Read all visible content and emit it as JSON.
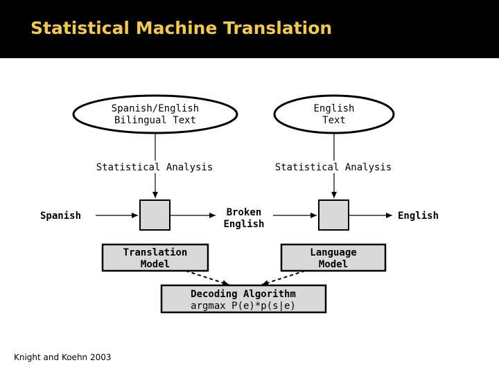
{
  "slide": {
    "title": "Statistical Machine Translation",
    "credit": "Knight and Koehn 2003",
    "title_color": "#f2c94c",
    "title_bg": "#000000"
  },
  "diagram": {
    "corpus_bilingual": {
      "line1": "Spanish/English",
      "line2": "Bilingual Text"
    },
    "corpus_monolingual": {
      "line1": "English",
      "line2": "Text"
    },
    "analysis_left": "Statistical Analysis",
    "analysis_right": "Statistical Analysis",
    "input_label": "Spanish",
    "middle_label": {
      "line1": "Broken",
      "line2": "English"
    },
    "output_label": "English",
    "translation_model": {
      "line1": "Translation",
      "line2": "Model"
    },
    "language_model": {
      "line1": "Language",
      "line2": "Model"
    },
    "decoding": {
      "line1": "Decoding Algorithm",
      "line2": "argmax P(e)*p(s|e)"
    },
    "box_fill": "#d9d9d9"
  }
}
